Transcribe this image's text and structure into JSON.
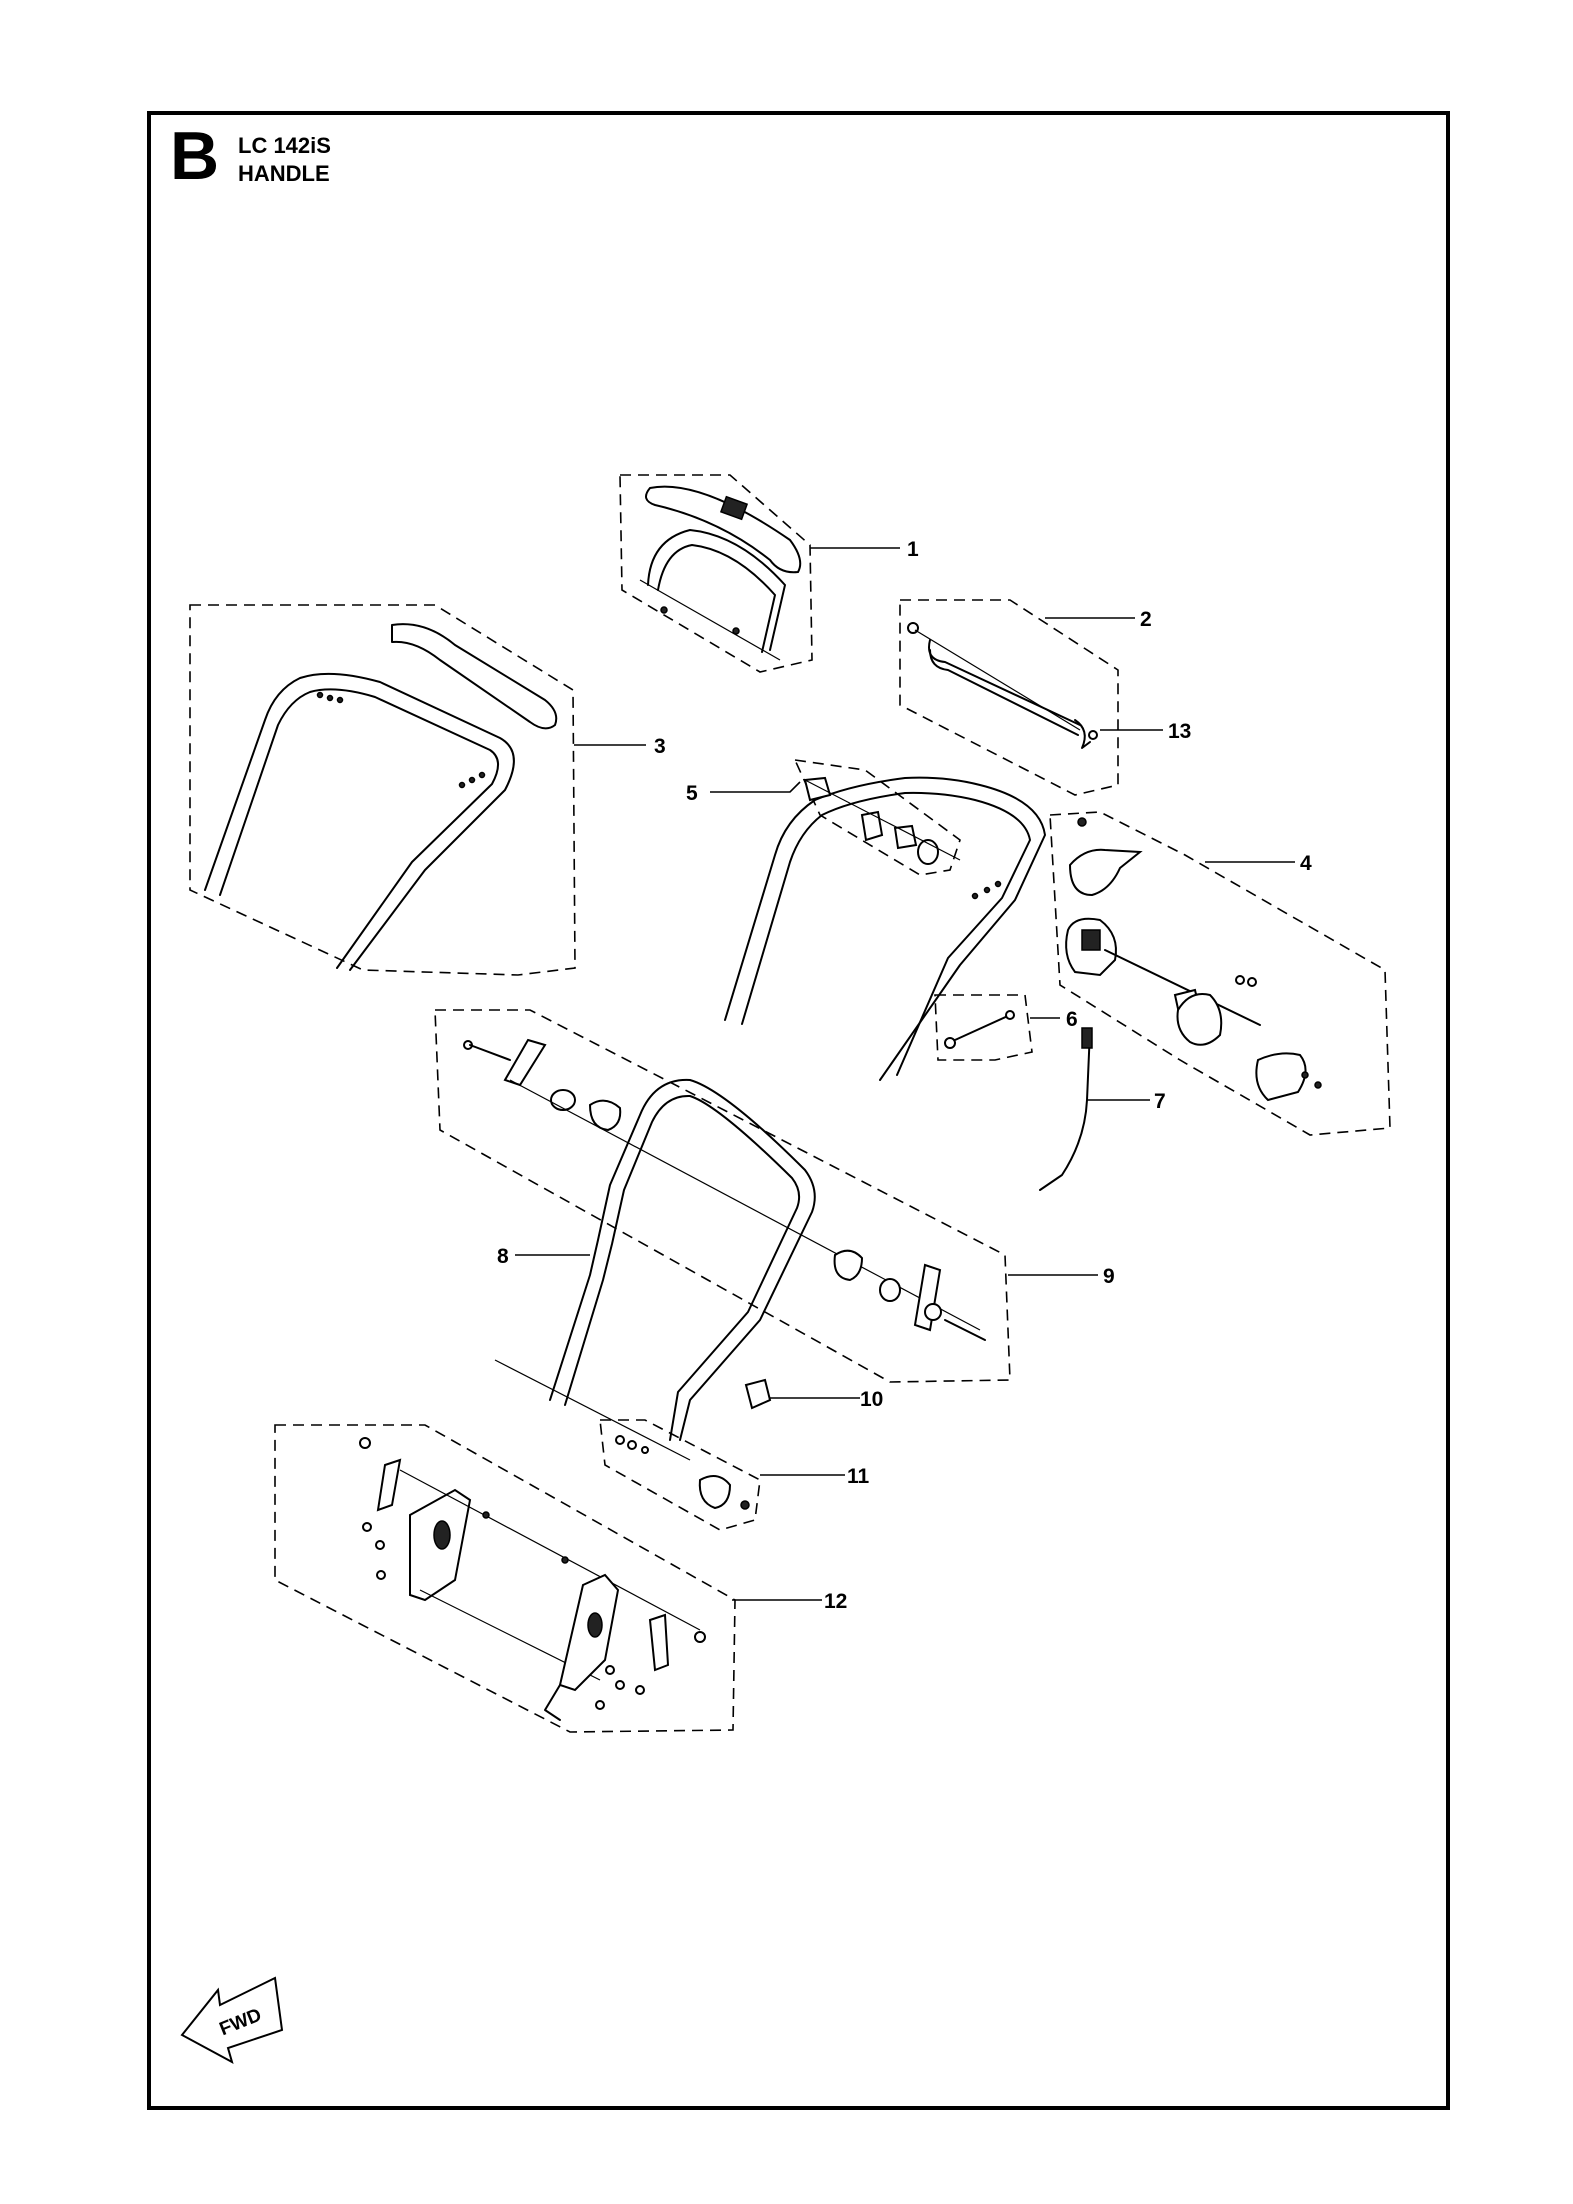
{
  "header": {
    "section_letter": "B",
    "model": "LC 142iS",
    "title": "HANDLE"
  },
  "callouts": [
    "1",
    "2",
    "3",
    "4",
    "5",
    "6",
    "7",
    "8",
    "9",
    "10",
    "11",
    "12",
    "13"
  ],
  "direction_label": "FWD"
}
